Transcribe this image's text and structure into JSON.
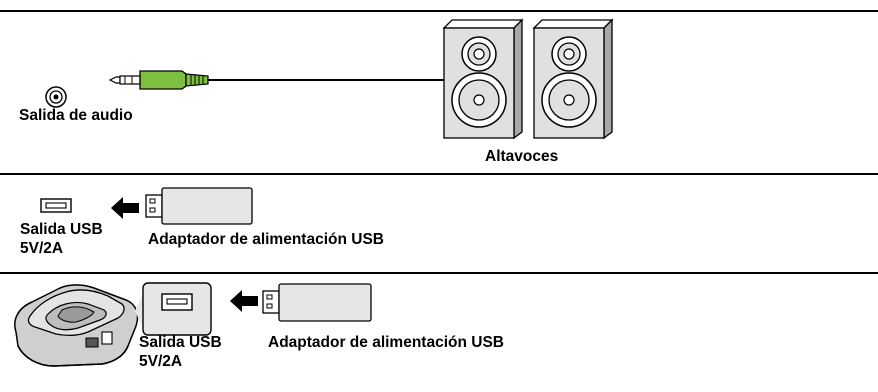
{
  "diagram": {
    "panel_audio": {
      "audio_out_label": "Salida de audio",
      "speakers_label": "Altavoces"
    },
    "panel_usb_standalone": {
      "usb_out_label": "Salida USB\n5V/2A",
      "adapter_label": "Adaptador de alimentación USB"
    },
    "panel_usb_projector": {
      "usb_out_label": "Salida USB\n5V/2A",
      "adapter_label": "Adaptador de alimentación USB"
    },
    "colors": {
      "plug_green": "#7dbf40",
      "speaker_light": "#e0e0e0",
      "speaker_side": "#a8a8a8",
      "dongle_fill": "#e6e6e6",
      "line": "#000000"
    }
  }
}
